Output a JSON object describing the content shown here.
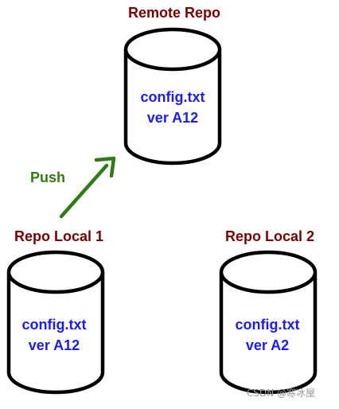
{
  "colors": {
    "title": "#7a0000",
    "file": "#1a1aff",
    "arrow": "#2e7d12",
    "stroke": "#000000",
    "watermark": "#9a9a9a"
  },
  "remote": {
    "title": "Remote Repo",
    "file": "config.txt",
    "version": "ver A12"
  },
  "local1": {
    "title": "Repo Local 1",
    "file": "config.txt",
    "version": "ver A12"
  },
  "local2": {
    "title": "Repo Local 2",
    "file": "config.txt",
    "version": "ver A2"
  },
  "push": {
    "label": "Push"
  },
  "watermark": {
    "text": "CSDN @寒冰屋"
  }
}
